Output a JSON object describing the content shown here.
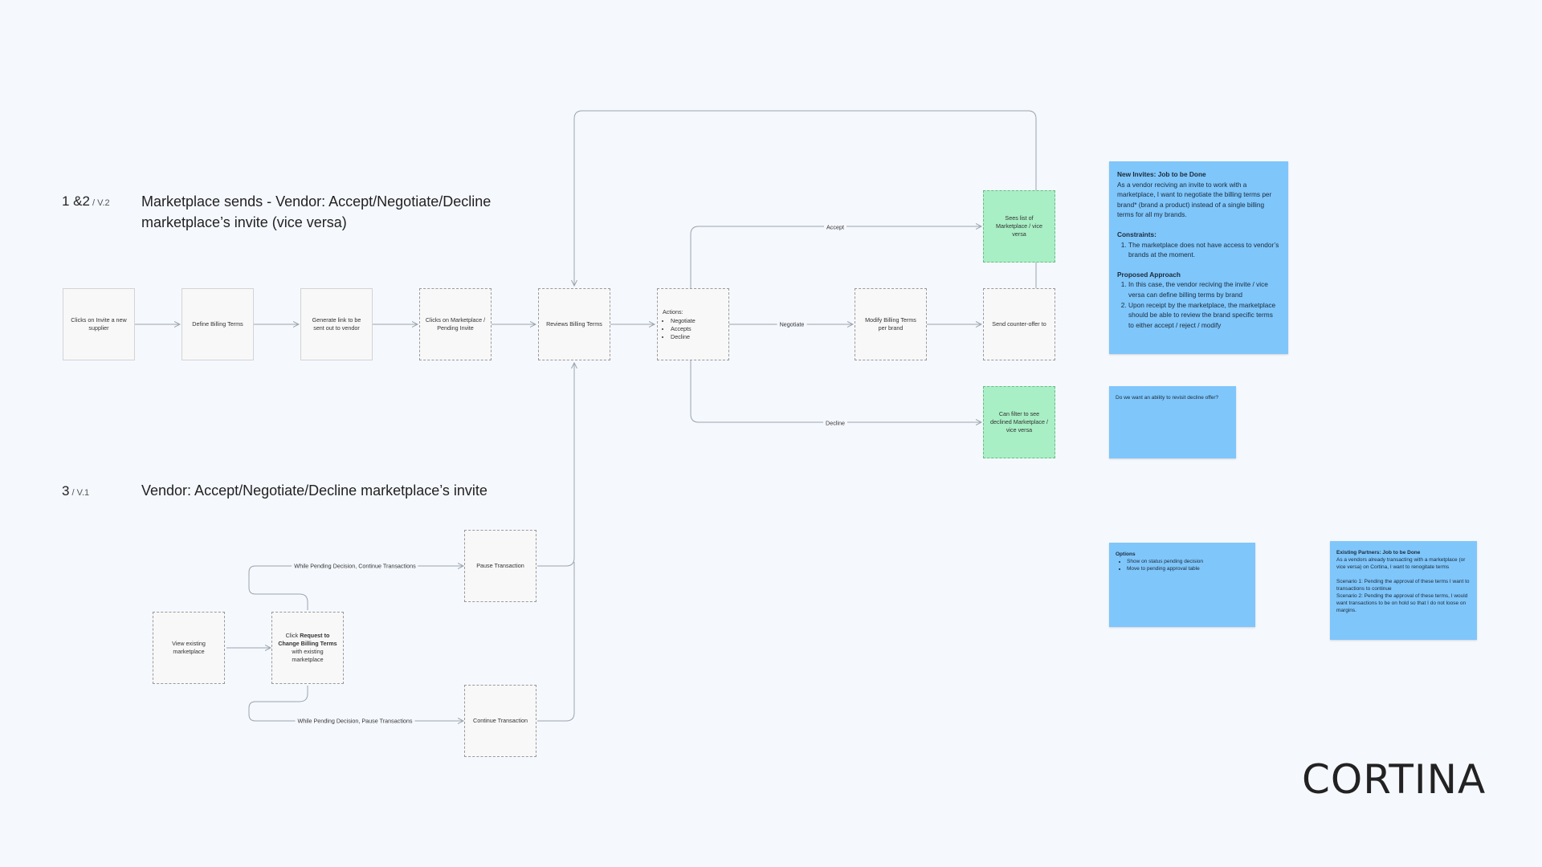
{
  "sections": {
    "s1": {
      "num": "1 &2",
      "ver": " / V.2",
      "title_line1": "Marketplace sends - Vendor: Accept/Negotiate/Decline",
      "title_line2": "marketplace’s invite (vice versa)"
    },
    "s3": {
      "num": "3",
      "ver": " / V.1",
      "title": "Vendor: Accept/Negotiate/Decline marketplace’s invite"
    }
  },
  "flow1": {
    "clicks_invite": "Clicks on Invite a new supplier",
    "define_terms": "Define Billing Terms",
    "generate_link": "Generate link to be sent out to vendor",
    "clicks_marketplace": "Clicks on Marketplace / Pending Invite",
    "reviews_terms": "Reviews Billing Terms",
    "actions_title": "Actions:",
    "actions_items": [
      "Negotiate",
      "Accepts",
      "Decline"
    ],
    "modify_terms": "Modify Billing Terms per brand",
    "send_counter": "Send counter-offer to",
    "sees_list": "Sees list of Marketplace / vice versa",
    "can_filter": "Can filter to see declined Marketplace / vice versa"
  },
  "edge_labels": {
    "accept": "Accept",
    "negotiate": "Negotiate",
    "decline": "Decline"
  },
  "flow3": {
    "view_existing": "View existing marketplace",
    "click_request_pre": "Click ",
    "click_request_bold": "Request to Change Billing Terms",
    "click_request_post": " with existing marketplace",
    "pause_tx": "Pause Transaction",
    "continue_tx": "Continue Transaction",
    "label_continue": "While Pending Decision, Continue Transactions",
    "label_pause": "While Pending Decision, Pause Transactions"
  },
  "notes": {
    "new_invites": {
      "heading": "New Invites: Job to be Done",
      "body": "As a vendor reciving an invite to work with a marketplace, I want to negotiate the billing terms per brand* (brand a product)  instead of a single billing terms for all my brands.",
      "constraints_heading": "Constraints:",
      "constraints": [
        "The marketplace does not have access to vendor’s brands at the moment."
      ],
      "approach_heading": "Proposed Approach",
      "approach": [
        "In this case, the vendor reciving the invite / vice versa can define billing terms by brand",
        "Upon receipt by the marketplace, the marketplace should be able to review the brand specific terms to either accept / reject / modify"
      ]
    },
    "revisit": {
      "text": "Do we want an ability to revisit decline offer?"
    },
    "options": {
      "heading": "Options",
      "items": [
        "Show on status pending decision",
        "Move to pending approval table"
      ]
    },
    "existing": {
      "heading": "Existing Partners: Job to be Done",
      "body": "As a vendors already transacting with a marketplace (or vice versa) on Cortina, I want to renogitate terms",
      "scenario1": "Scenario 1: Pending the approval of these terms I want to transactions to continue",
      "scenario2": "Scenario 2: Pending the approval of these terms, I would want transactions to be on hold so that I do not loose on margins."
    }
  },
  "brand": {
    "logo": "CORTINA"
  },
  "colors": {
    "background": "#f5f8fd",
    "note_blue": "#7fc6fb",
    "green_box": "#a8efc5",
    "wire": "#9aa3ad"
  }
}
